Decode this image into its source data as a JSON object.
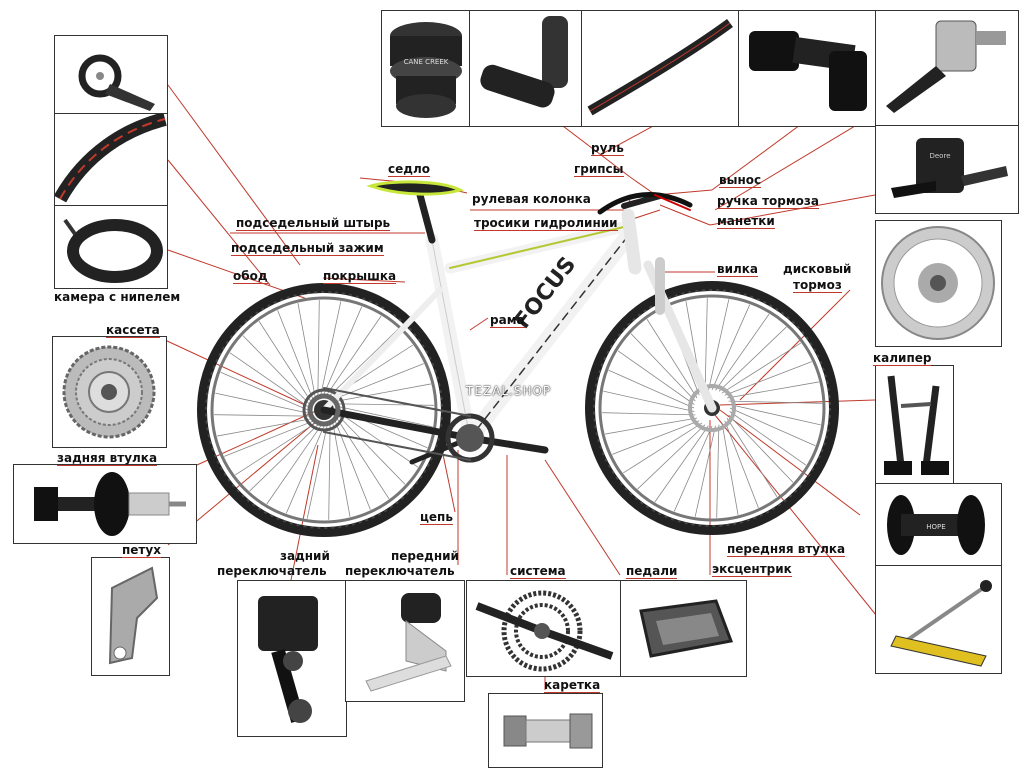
{
  "watermark": "TEZAL.SHOP",
  "labels": {
    "saddle": "седло",
    "seatpost": "подседельный штырь",
    "seat_clamp": "подседельный зажим",
    "rim": "обод",
    "tire": "покрышка",
    "tube": "камера с нипелем",
    "cassette": "кассета",
    "rear_hub": "задняя втулка",
    "hanger": "петух",
    "rear_derailleur_1": "задний",
    "rear_derailleur_2": "переключатель",
    "front_derailleur_1": "передний",
    "front_derailleur_2": "переключатель",
    "chain": "цепь",
    "crankset": "система",
    "pedals": "педали",
    "bottom_bracket": "каретка",
    "frame": "рама",
    "headset": "рулевая колонка",
    "hydraulic_lines": "тросики гидролинии",
    "handlebar": "руль",
    "grips": "грипсы",
    "stem": "вынос",
    "brake_lever": "ручка тормоза",
    "shifters": "манетки",
    "fork": "вилка",
    "disc_brake_1": "дисковый",
    "disc_brake_2": "тормоз",
    "caliper": "калипер",
    "front_hub": "передняя втулка",
    "quick_release": "эксцентрик"
  },
  "product_text": {
    "headset_brand": "CANE CREEK",
    "shifter_brand": "Deore",
    "hub_brand": "HOPE"
  }
}
